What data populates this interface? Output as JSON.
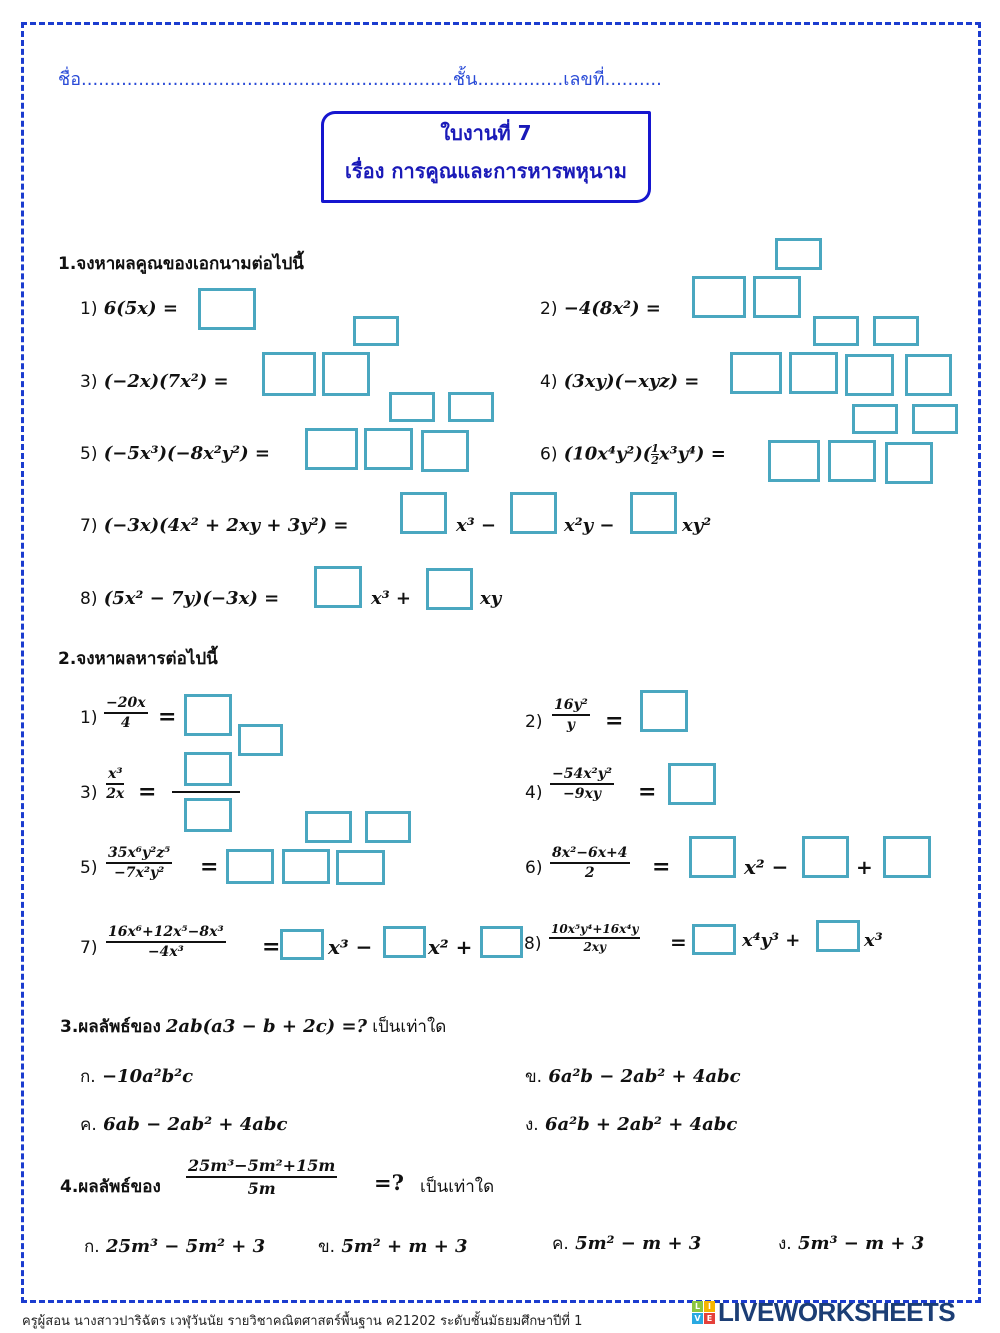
{
  "header": {
    "name_line": "ชื่อ.................................................................ชั้น...............เลขที่..........",
    "title_line1": "ใบงานที่   7",
    "title_line2": "เรื่อง การคูณและการหารพหุนาม"
  },
  "section1": {
    "heading": "1.จงหาผลคูณของเอกนามต่อไปนี้",
    "items": [
      {
        "num": "1)",
        "expr": "6(5x) ="
      },
      {
        "num": "2)",
        "expr": "−4(8x²) ="
      },
      {
        "num": "3)",
        "expr": "(−2x)(7x²) ="
      },
      {
        "num": "4)",
        "expr": "(3xy)(−xyz) ="
      },
      {
        "num": "5)",
        "expr": "(−5x³)(−8x²y²) ="
      },
      {
        "num": "6)",
        "expr": "(10x⁴y²)(",
        "frac_num": "1",
        "frac_den": "2",
        "expr_after": "x³y⁴) ="
      },
      {
        "num": "7)",
        "expr": "(−3x)(4x² + 2xy + 3y²) =",
        "t1": "x³ −",
        "t2": "x²y −",
        "t3": "xy²"
      },
      {
        "num": "8)",
        "expr": "(5x² − 7y)(−3x) =",
        "t1": "x³ +",
        "t2": "xy"
      }
    ]
  },
  "section2": {
    "heading": "2.จงหาผลหารต่อไปนี้",
    "items": [
      {
        "num": "1)",
        "numerator": "−20x",
        "denominator": "4",
        "eq": "="
      },
      {
        "num": "2)",
        "numerator": "16y²",
        "denominator": "y",
        "eq": "="
      },
      {
        "num": "3)",
        "numerator": "x³",
        "denominator": "2x",
        "eq": "="
      },
      {
        "num": "4)",
        "numerator": "−54x²y²",
        "denominator": "−9xy",
        "eq": "="
      },
      {
        "num": "5)",
        "numerator": "35x⁶y²z⁵",
        "denominator": "−7x²y²",
        "eq": "="
      },
      {
        "num": "6)",
        "numerator": "8x²−6x+4",
        "denominator": "2",
        "eq": "=",
        "t1": "x² −",
        "t2": "+"
      },
      {
        "num": "7)",
        "numerator": "16x⁶+12x⁵−8x³",
        "denominator": "−4x³",
        "eq": "=",
        "t1": "x³ −",
        "t2": "x² +"
      },
      {
        "num": "8)",
        "numerator": "10x⁵y⁴+16x⁴y",
        "denominator": "2xy",
        "eq": "=",
        "t1": "x⁴y³ +",
        "t2": "x³"
      }
    ]
  },
  "section3": {
    "heading_pre": "3.ผลลัพธ์ของ",
    "heading_expr": "2ab(a3 − b + 2c) =?",
    "heading_post": "เป็นเท่าใด",
    "options": [
      {
        "label": "ก.",
        "expr": "−10a²b²c"
      },
      {
        "label": "ข.",
        "expr": "6a²b − 2ab² + 4abc"
      },
      {
        "label": "ค.",
        "expr": "6ab − 2ab² + 4abc"
      },
      {
        "label": "ง.",
        "expr": "6a²b + 2ab² + 4abc"
      }
    ]
  },
  "section4": {
    "heading_pre": "4.ผลลัพธ์ของ",
    "numerator": "25m³−5m²+15m",
    "denominator": "5m",
    "heading_expr": "=?",
    "heading_post": "เป็นเท่าใด",
    "options": [
      {
        "label": "ก.",
        "expr": "25m³ − 5m² + 3"
      },
      {
        "label": "ข.",
        "expr": "5m² + m + 3"
      },
      {
        "label": "ค.",
        "expr": "5m² − m + 3"
      },
      {
        "label": "ง.",
        "expr": "5m³ − m + 3"
      }
    ]
  },
  "footer": {
    "credit": "ครูผู้สอน นางสาวปาริฉัตร  เวฬุวันนัย  รายวิชาคณิตศาสตร์พื้นฐาน  ค21202 ระดับชั้นมัธยมศึกษาปีที่ 1",
    "logo_text": "LIVEWORKSHEETS",
    "logo_letters": [
      "L",
      "I",
      "V",
      "E"
    ]
  },
  "colors": {
    "frame": "#1b3ccf",
    "answer_box": "#4aa7c0",
    "title": "#1a1ab8"
  }
}
